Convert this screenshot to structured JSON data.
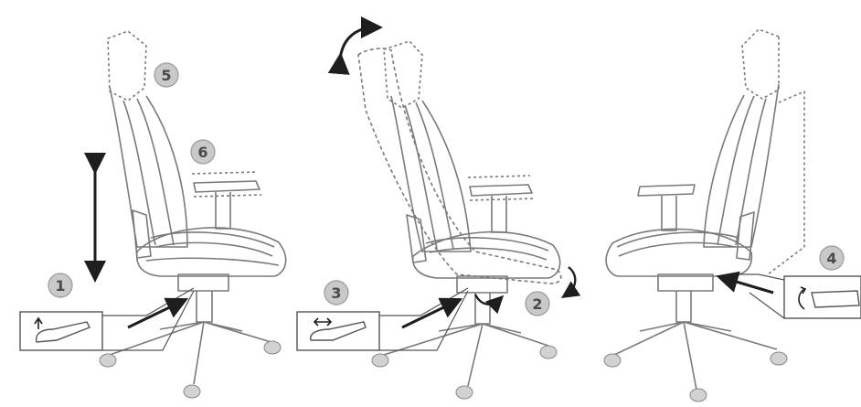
{
  "figure": {
    "panels": [
      {
        "id": "left",
        "labels": [
          "1",
          "5",
          "6"
        ]
      },
      {
        "id": "middle",
        "labels": [
          "3",
          "2"
        ]
      },
      {
        "id": "right",
        "labels": [
          "4"
        ]
      }
    ]
  },
  "callouts": {
    "n1": "1",
    "n2": "2",
    "n3": "3",
    "n4": "4",
    "n5": "5",
    "n6": "6"
  },
  "icons": {
    "insetLeft": "lever-lift-up-icon",
    "insetMiddle": "lever-push-icon",
    "insetRight": "knob-rotate-icon",
    "heightArrow": "vertical-double-arrow-icon",
    "reclineArrow": "curved-rotate-arrow-icon"
  },
  "colors": {
    "line": "#7a7a7a",
    "dark": "#2b2b2b",
    "badgeFill": "#c9c9c9",
    "badgeText": "#4a4a4a",
    "caster": "#d2d2d2"
  }
}
